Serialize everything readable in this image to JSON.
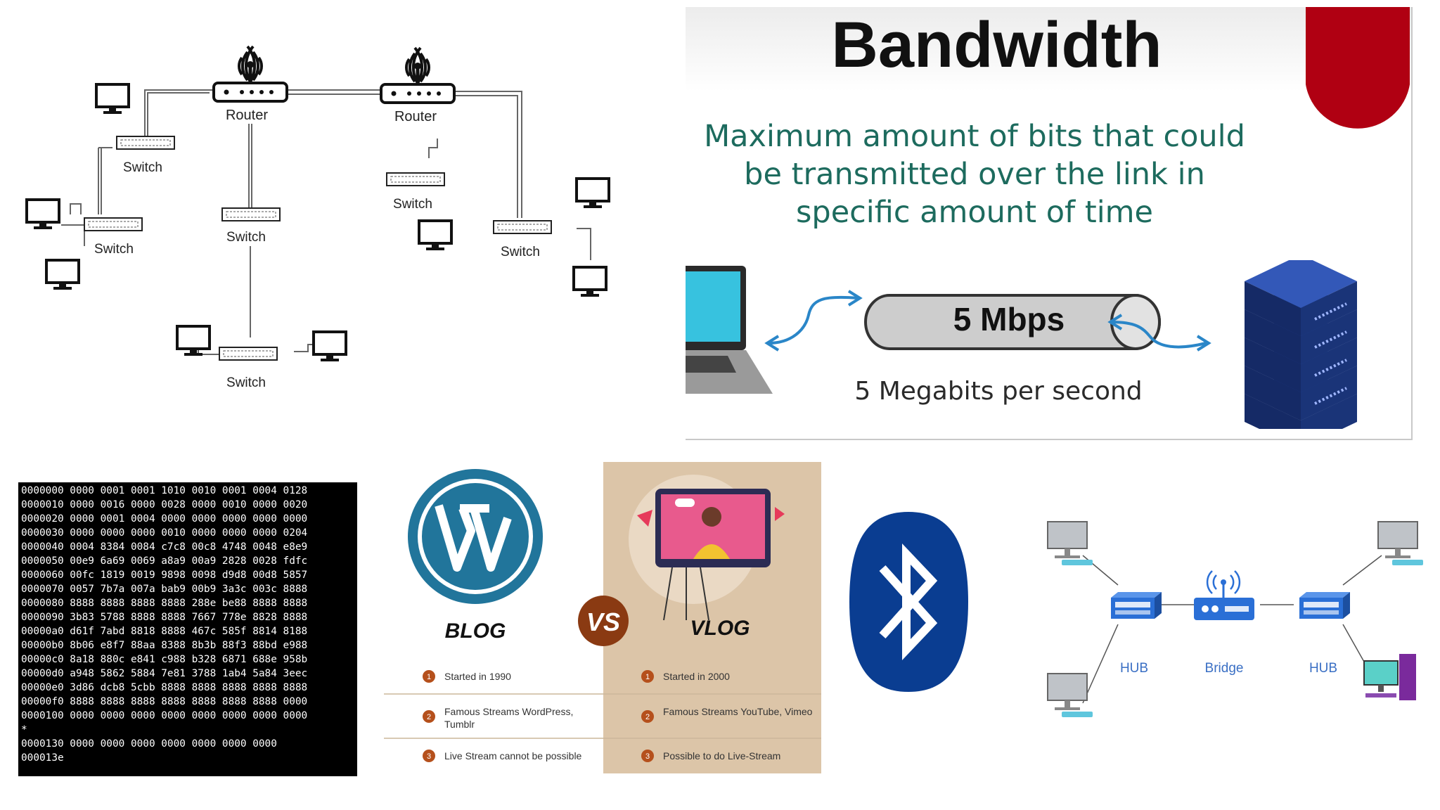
{
  "network_diagram": {
    "router_label_1": "Router",
    "router_label_2": "Router",
    "switch_labels": [
      "Switch",
      "Switch",
      "Switch",
      "Switch",
      "Switch",
      "Switch"
    ]
  },
  "bandwidth": {
    "title": "Bandwidth",
    "description": "Maximum amount of bits that could be transmitted over the link in specific amount of time",
    "pipe_label": "5 Mbps",
    "caption": "5 Megabits per second",
    "colors": {
      "title": "#111111",
      "description": "#1d6b5e",
      "accent": "#b00012",
      "server": "#1f3c88"
    }
  },
  "hex_dump": {
    "lines": [
      "0000000 0000 0001 0001 1010 0010 0001 0004 0128",
      "0000010 0000 0016 0000 0028 0000 0010 0000 0020",
      "0000020 0000 0001 0004 0000 0000 0000 0000 0000",
      "0000030 0000 0000 0000 0010 0000 0000 0000 0204",
      "0000040 0004 8384 0084 c7c8 00c8 4748 0048 e8e9",
      "0000050 00e9 6a69 0069 a8a9 00a9 2828 0028 fdfc",
      "0000060 00fc 1819 0019 9898 0098 d9d8 00d8 5857",
      "0000070 0057 7b7a 007a bab9 00b9 3a3c 003c 8888",
      "0000080 8888 8888 8888 8888 288e be88 8888 8888",
      "0000090 3b83 5788 8888 8888 7667 778e 8828 8888",
      "00000a0 d61f 7abd 8818 8888 467c 585f 8814 8188",
      "00000b0 8b06 e8f7 88aa 8388 8b3b 88f3 88bd e988",
      "00000c0 8a18 880c e841 c988 b328 6871 688e 958b",
      "00000d0 a948 5862 5884 7e81 3788 1ab4 5a84 3eec",
      "00000e0 3d86 dcb8 5cbb 8888 8888 8888 8888 8888",
      "00000f0 8888 8888 8888 8888 8888 8888 8888 0000",
      "0000100 0000 0000 0000 0000 0000 0000 0000 0000",
      "*",
      "0000130 0000 0000 0000 0000 0000 0000 0000",
      "000013e"
    ]
  },
  "blog_vs_vlog": {
    "left_title": "BLOG",
    "right_title": "VLOG",
    "vs_label": "VS",
    "rows": [
      {
        "num": "1",
        "blog": "Started in 1990",
        "vlog": "Started in 2000"
      },
      {
        "num": "2",
        "blog_line1": "Famous Streams WordPress,",
        "blog_line2": "Tumblr",
        "vlog": "Famous Streams YouTube, Vimeo"
      },
      {
        "num": "3",
        "blog": "Live Stream cannot be possible",
        "vlog": "Possible to do Live-Stream"
      }
    ],
    "colors": {
      "accent": "#b5501c",
      "vlog_bg": "#dcc5a8",
      "wp_blue": "#21759b"
    }
  },
  "bluetooth": {
    "icon": "bluetooth-icon",
    "color": "#0a3d91"
  },
  "hub_bridge": {
    "hub_left_label": "HUB",
    "bridge_label": "Bridge",
    "hub_right_label": "HUB",
    "label_color": "#3a6fc4"
  }
}
